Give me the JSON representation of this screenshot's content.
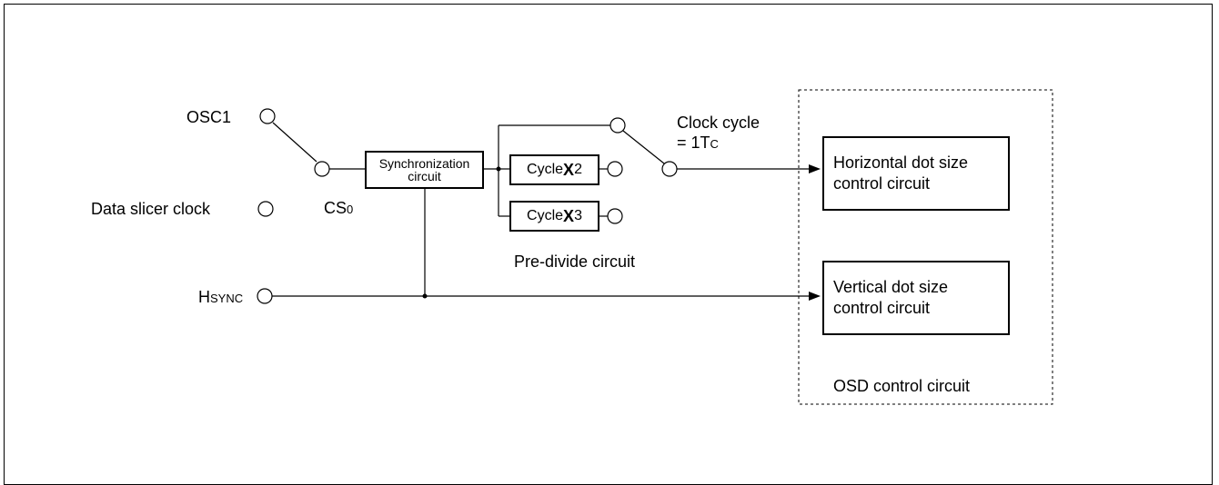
{
  "inputs": {
    "osc1": "OSC1",
    "data_slicer_clock": "Data slicer clock",
    "hsync_main": "H",
    "hsync_sub": "SYNC"
  },
  "switch": {
    "cs_main": "CS",
    "cs_sub": "0"
  },
  "sync_block": {
    "line1": "Synchronization",
    "line2": "circuit"
  },
  "predivide": {
    "x2_prefix": "Cycle",
    "x2_mark": "X",
    "x2_suffix": "2",
    "x3_prefix": "Cycle",
    "x3_mark": "X",
    "x3_suffix": "3",
    "caption": "Pre-divide circuit"
  },
  "clock": {
    "line1": "Clock cycle",
    "line2_main": "= 1T",
    "line2_sub": "C"
  },
  "osd": {
    "horizontal_line1": "Horizontal dot size",
    "horizontal_line2": "control circuit",
    "vertical_line1": "Vertical dot size",
    "vertical_line2": "control circuit",
    "caption": "OSD control circuit"
  }
}
